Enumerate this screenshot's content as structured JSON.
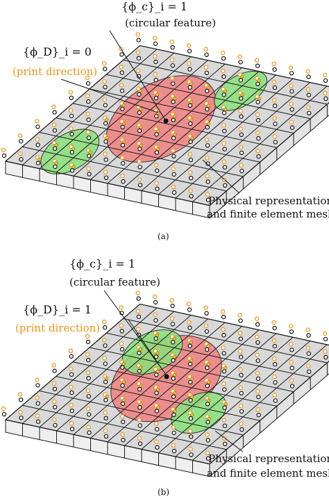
{
  "panels": [
    {
      "id": "a",
      "phi_c_label": "{ϕ_c}_i = 1",
      "phi_c_note": "(circular feature)",
      "phi_d_label": "{ϕ_D}_i = 0",
      "phi_d_note": "(print direction)",
      "mesh_label_line1": "Physical representation",
      "mesh_label_line2": "and finite element mesh",
      "caption": "(a)"
    },
    {
      "id": "b",
      "phi_c_label": "{ϕ_c}_i = 1",
      "phi_c_note": "(circular feature)",
      "phi_d_label": "{ϕ_D}_i = 1",
      "phi_d_note": "(print direction)",
      "mesh_label_line1": "Physical representation",
      "mesh_label_line2": "and finite element mesh",
      "caption": "(b)"
    }
  ],
  "colors": {
    "plate_top": "#d9d9d9",
    "plate_side": "#efefef",
    "grid_line": "#1a1a1a",
    "circle_fill": "#f08080",
    "ellipse_fill": "#88e07a",
    "node_black": "#111111",
    "node_orange": "#e8951e",
    "note_text": "#e8951e"
  }
}
